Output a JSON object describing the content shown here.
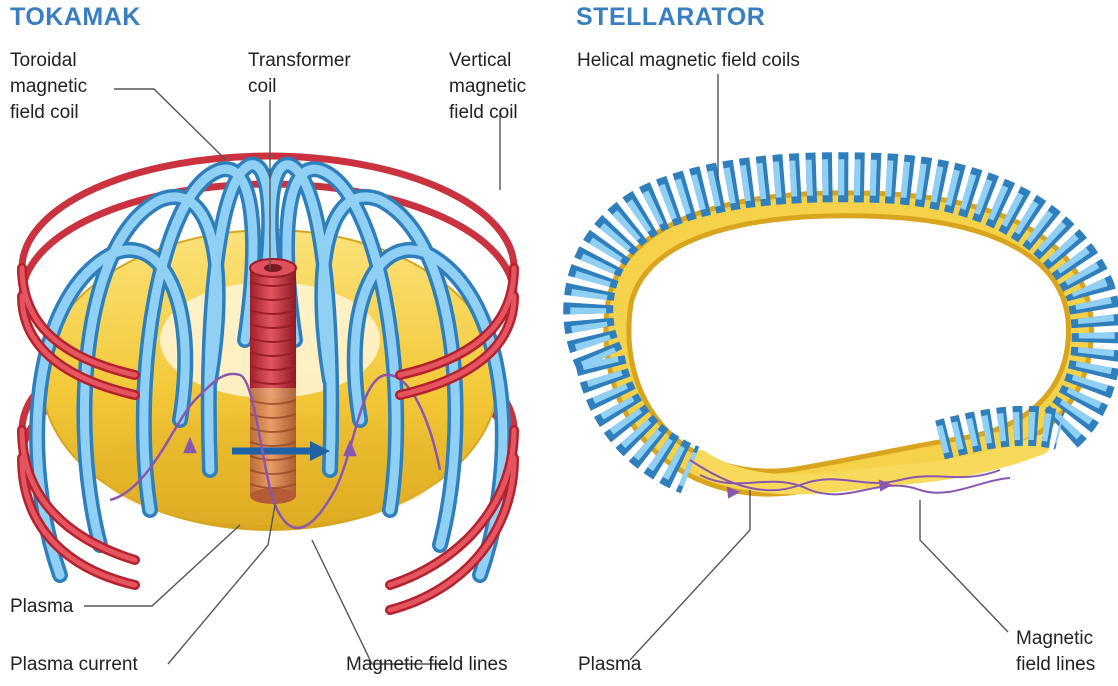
{
  "tokamak": {
    "title": "TOKAMAK",
    "labels": {
      "toroidal": [
        "Toroidal",
        "magnetic",
        "field coil"
      ],
      "transformer": [
        "Transformer",
        "coil"
      ],
      "vertical": [
        "Vertical",
        "magnetic",
        "field coil"
      ],
      "plasma": "Plasma",
      "plasma_current": "Plasma current",
      "field_lines": "Magnetic field lines"
    }
  },
  "stellarator": {
    "title": "STELLARATOR",
    "labels": {
      "helical": "Helical magnetic field coils",
      "plasma": "Plasma",
      "field_lines": [
        "Magnetic",
        "field lines"
      ]
    }
  },
  "colors": {
    "title": "#3a7ec2",
    "red_coil": "#d23a45",
    "blue_coil": "#5aa9dc",
    "plasma": "#f3c838",
    "field_line": "#8a57b0",
    "current_arrow": "#1f62a8"
  }
}
